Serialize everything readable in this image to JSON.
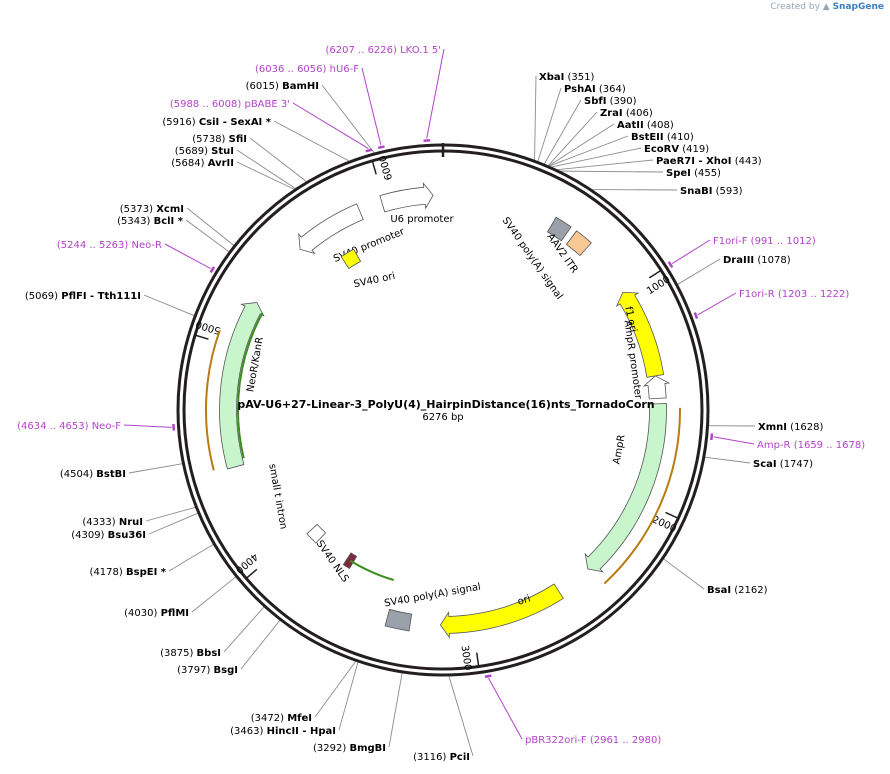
{
  "credit": {
    "prefix": "Created by",
    "brand": "SnapGene"
  },
  "plasmid": {
    "name": "pAV-U6+27-Linear-3_PolyU(4)_HairpinDistance(16)nts_TornadoCorn",
    "size_label": "6276 bp",
    "length": 6276
  },
  "colors": {
    "backbone": "#231f20",
    "primer": "#b243c8",
    "green_fill": "#c8f5cb",
    "yellow_fill": "#ffff00",
    "orange_fill": "#f9c897",
    "grey_fill": "#9aa1ab",
    "white_fill": "#ffffff",
    "orf_gold": "#b97b12",
    "orf_green": "#3c8c1f",
    "nls_fill": "#7a2b3c"
  },
  "ticks": [
    {
      "pos": 1000,
      "label": "1000"
    },
    {
      "pos": 2000,
      "label": "2000"
    },
    {
      "pos": 3000,
      "label": "3000"
    },
    {
      "pos": 4000,
      "label": "4000"
    },
    {
      "pos": 5000,
      "label": "5000"
    },
    {
      "pos": 6000,
      "label": "6000"
    }
  ],
  "enzymes": [
    {
      "name": "XbaI",
      "pos": 351,
      "coord": "(351)"
    },
    {
      "name": "PshAI",
      "pos": 364,
      "coord": "(364)"
    },
    {
      "name": "SbfI",
      "pos": 390,
      "coord": "(390)"
    },
    {
      "name": "ZraI",
      "pos": 406,
      "coord": "(406)"
    },
    {
      "name": "AatII",
      "pos": 408,
      "coord": "(408)"
    },
    {
      "name": "BstEII",
      "pos": 410,
      "coord": "(410)"
    },
    {
      "name": "EcoRV",
      "pos": 419,
      "coord": "(419)"
    },
    {
      "name": "PaeR7I",
      "extra": " - XhoI",
      "pos": 443,
      "coord": "(443)"
    },
    {
      "name": "SpeI",
      "pos": 455,
      "coord": "(455)"
    },
    {
      "name": "SnaBI",
      "pos": 593,
      "coord": "(593)"
    },
    {
      "name": "DraIII",
      "pos": 1078,
      "coord": "(1078)"
    },
    {
      "name": "XmnI",
      "pos": 1628,
      "coord": "(1628)"
    },
    {
      "name": "ScaI",
      "pos": 1747,
      "coord": "(1747)"
    },
    {
      "name": "BsaI",
      "pos": 2162,
      "coord": "(2162)"
    },
    {
      "name": "PciI",
      "pos": 3116,
      "coord": "(3116)"
    },
    {
      "name": "BmgBI",
      "pos": 3292,
      "coord": "(3292)"
    },
    {
      "name": "HincII",
      "extra": " - HpaI",
      "pos": 3463,
      "coord": "(3463)"
    },
    {
      "name": "MfeI",
      "pos": 3472,
      "coord": "(3472)"
    },
    {
      "name": "BsgI",
      "pos": 3797,
      "coord": "(3797)"
    },
    {
      "name": "BbsI",
      "pos": 3875,
      "coord": "(3875)"
    },
    {
      "name": "PflMI",
      "pos": 4030,
      "coord": "(4030)"
    },
    {
      "name": "BspEI *",
      "pos": 4178,
      "coord": "(4178)"
    },
    {
      "name": "Bsu36I",
      "pos": 4309,
      "coord": "(4309)"
    },
    {
      "name": "NruI",
      "pos": 4333,
      "coord": "(4333)"
    },
    {
      "name": "BstBI",
      "pos": 4504,
      "coord": "(4504)"
    },
    {
      "name": "PflFI",
      "extra": " - Tth111I",
      "pos": 5069,
      "coord": "(5069)"
    },
    {
      "name": "BclI *",
      "pos": 5343,
      "coord": "(5343)"
    },
    {
      "name": "XcmI",
      "pos": 5373,
      "coord": "(5373)"
    },
    {
      "name": "AvrII",
      "pos": 5684,
      "coord": "(5684)"
    },
    {
      "name": "StuI",
      "pos": 5689,
      "coord": "(5689)"
    },
    {
      "name": "SfiI",
      "pos": 5738,
      "coord": "(5738)"
    },
    {
      "name": "CsiI",
      "extra": " - SexAI *",
      "pos": 5916,
      "coord": "(5916)"
    },
    {
      "name": "BamHI",
      "pos": 6015,
      "coord": "(6015)"
    }
  ],
  "primers": [
    {
      "name": "LKO.1 5'",
      "range": "(6207 .. 6226)",
      "pos": 6216
    },
    {
      "name": "hU6-F",
      "range": "(6036 .. 6056)",
      "pos": 6046
    },
    {
      "name": "pBABE 3'",
      "range": "(5988 .. 6008)",
      "pos": 5998
    },
    {
      "name": "F1ori-F",
      "range": "(991 .. 1012)",
      "pos": 1001
    },
    {
      "name": "F1ori-R",
      "range": "(1203 .. 1222)",
      "pos": 1212
    },
    {
      "name": "Amp-R",
      "range": "(1659 .. 1678)",
      "pos": 1668
    },
    {
      "name": "Neo-R",
      "range": "(5244 .. 5263)",
      "pos": 5253
    },
    {
      "name": "Neo-F",
      "range": "(4634 .. 4653)",
      "pos": 4643
    },
    {
      "name": "pBR322ori-F",
      "range": "(2961 .. 2980)",
      "pos": 2970
    }
  ],
  "features": [
    {
      "name": "U6 promoter",
      "start": 5990,
      "end": 6230,
      "dir": 1,
      "r": 215,
      "fill": "#ffffff"
    },
    {
      "name": "SV40 promoter",
      "start": 5550,
      "end": 5880,
      "dir": -1,
      "r": 215,
      "fill": "#ffffff"
    },
    {
      "name": "SV40 ori",
      "start": 5690,
      "end": 5770,
      "dir": 0,
      "r": 177,
      "fill": "#ffff00"
    },
    {
      "name": "SV40 poly(A) signal",
      "start": 530,
      "end": 610,
      "dir": 0,
      "r": 215,
      "fill": "#9aa1ab"
    },
    {
      "name": "AAV2 ITR",
      "start": 640,
      "end": 725,
      "dir": 0,
      "r": 215,
      "fill": "#f9c897"
    },
    {
      "name": "f1 ori",
      "start": 990,
      "end": 1410,
      "dir": -1,
      "r": 215,
      "fill": "#ffff00"
    },
    {
      "name": "AmpR promoter",
      "start": 1410,
      "end": 1515,
      "dir": -1,
      "r": 215,
      "fill": "#ffffff"
    },
    {
      "name": "AmpR",
      "start": 1540,
      "end": 2400,
      "dir": 1,
      "r": 215,
      "fill": "#c8f5cb"
    },
    {
      "name": "ori",
      "start": 2570,
      "end": 3150,
      "dir": 1,
      "r": 215,
      "fill": "#ffff00"
    },
    {
      "name": "SV40 poly(A) signal",
      "start": 3290,
      "end": 3400,
      "dir": 0,
      "r": 215,
      "fill": "#9aa1ab"
    },
    {
      "name": "SV40 NLS",
      "start": 3670,
      "end": 3710,
      "dir": 0,
      "r": 177,
      "fill": "#7a2b3c"
    },
    {
      "name": "small t intron",
      "start": 3900,
      "end": 3970,
      "dir": 0,
      "r": 177,
      "fill": "#ffffff"
    },
    {
      "name": "NeoR/KanR",
      "start": 4440,
      "end": 5230,
      "dir": 1,
      "r": 215,
      "fill": "#c8f5cb"
    }
  ]
}
